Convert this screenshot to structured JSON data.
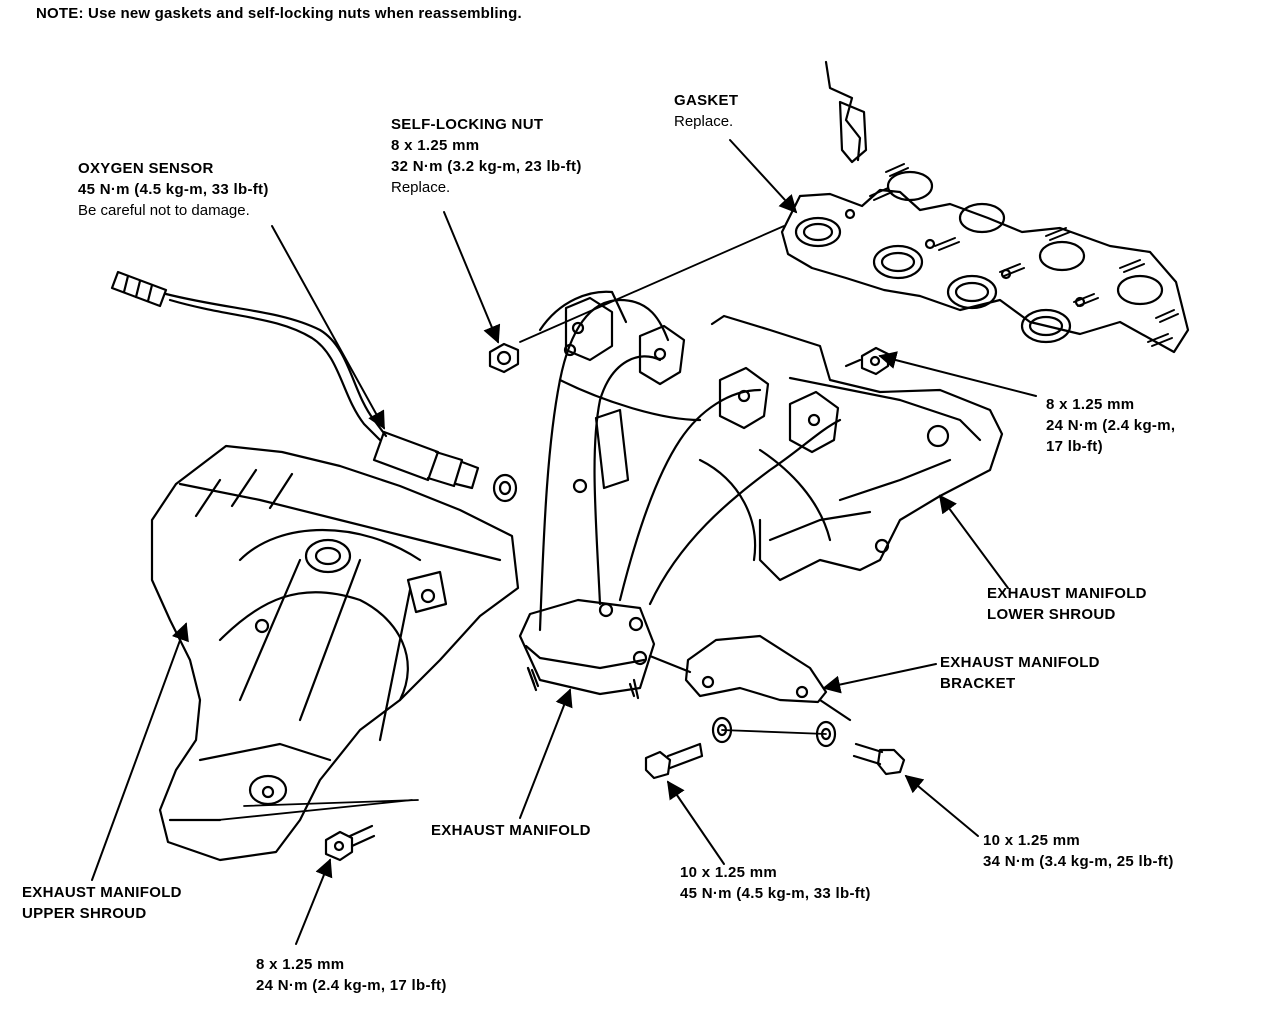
{
  "note": "NOTE: Use new gaskets and self-locking nuts when reassembling.",
  "labels": {
    "gasket": {
      "name": "GASKET",
      "note": "Replace."
    },
    "self_locking_nut": {
      "name": "SELF-LOCKING NUT",
      "size": "8 x 1.25 mm",
      "torque": "32 N·m (3.2 kg-m, 23 lb-ft)",
      "note": "Replace."
    },
    "oxygen_sensor": {
      "name": "OXYGEN SENSOR",
      "torque": "45 N·m (4.5 kg-m, 33 lb-ft)",
      "note": "Be careful not to damage."
    },
    "lower_shroud_bolt": {
      "size": "8 x 1.25 mm",
      "torque_line1": "24 N·m (2.4 kg-m,",
      "torque_line2": "17 lb-ft)"
    },
    "lower_shroud": {
      "line1": "EXHAUST MANIFOLD",
      "line2": "LOWER SHROUD"
    },
    "bracket": {
      "line1": "EXHAUST MANIFOLD",
      "line2": "BRACKET"
    },
    "exhaust_manifold": {
      "name": "EXHAUST MANIFOLD"
    },
    "bracket_bolt_left": {
      "size": "10 x 1.25 mm",
      "torque": "45 N·m (4.5 kg-m, 33 lb-ft)"
    },
    "bracket_bolt_right": {
      "size": "10 x 1.25 mm",
      "torque": "34 N·m (3.4 kg-m, 25 lb-ft)"
    },
    "upper_shroud": {
      "line1": "EXHAUST MANIFOLD",
      "line2": "UPPER SHROUD"
    },
    "upper_shroud_bolt": {
      "size": "8 x 1.25 mm",
      "torque": "24 N·m (2.4 kg-m, 17 lb-ft)"
    }
  }
}
